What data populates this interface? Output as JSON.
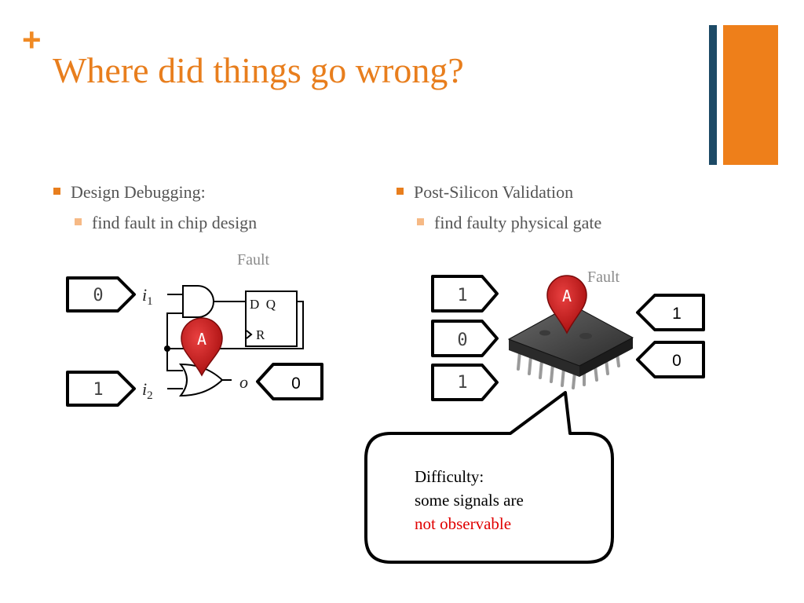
{
  "slide": {
    "plus": "+",
    "title": "Where did things go wrong?",
    "colors": {
      "accent": "#e87e1d",
      "deco_blue": "#1c4a66",
      "red": "#e00000",
      "pin": "#c81e1e"
    }
  },
  "left": {
    "bullet": "Design Debugging:",
    "sub_bullet": "find fault in chip design",
    "fault_label": "Fault",
    "input1_value": "0",
    "input2_value": "1",
    "output_value": "0",
    "label_i": "i",
    "label_i1_sub": "1",
    "label_i2_sub": "2",
    "label_o": "o",
    "ff_dq": "D  Q",
    "ff_r": "R",
    "pin_letter": "A"
  },
  "right": {
    "bullet": "Post-Silicon Validation",
    "sub_bullet": "find faulty physical gate",
    "fault_label": "Fault",
    "inputs": [
      "1",
      "0",
      "1"
    ],
    "outputs": [
      "1",
      "0"
    ],
    "pin_letter": "A",
    "icon": "chip-icon"
  },
  "callout": {
    "line1": "Difficulty:",
    "line2": "some signals are",
    "line3": "not observable"
  }
}
